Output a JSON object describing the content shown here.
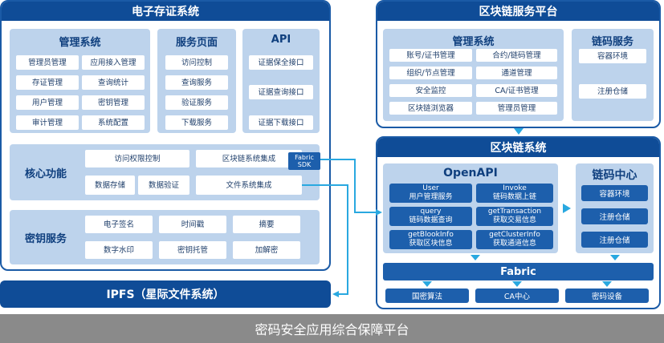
{
  "left": {
    "title": "电子存证系统",
    "mgmt": {
      "title": "管理系统",
      "items": [
        "管理员管理",
        "应用接入管理",
        "存证管理",
        "查询统计",
        "用户管理",
        "密钥管理",
        "审计管理",
        "系统配置"
      ]
    },
    "service": {
      "title": "服务页面",
      "items": [
        "访问控制",
        "查询服务",
        "验证服务",
        "下载服务"
      ]
    },
    "api": {
      "title": "API",
      "items": [
        "证据保全接口",
        "证据查询接口",
        "证据下载接口"
      ]
    },
    "core": {
      "title": "核心功能",
      "items": [
        "访问权限控制",
        "区块链系统集成",
        "数据存储",
        "数据验证",
        "文件系统集成"
      ],
      "sdk_line1": "Fabric",
      "sdk_line2": "SDK"
    },
    "key": {
      "title": "密钥服务",
      "items": [
        "电子签名",
        "时间戳",
        "摘要",
        "数字水印",
        "密钥托管",
        "加解密"
      ]
    }
  },
  "ipfs": "IPFS（星际文件系统）",
  "platform": {
    "title": "区块链服务平台",
    "mgmt": {
      "title": "管理系统",
      "items": [
        "账号/证书管理",
        "合约/链码管理",
        "组织/节点管理",
        "通道管理",
        "安全监控",
        "CA/证书管理",
        "区块链浏览器",
        "管理员管理"
      ]
    },
    "chaincode": {
      "title": "链码服务",
      "items": [
        "容器环境",
        "注册仓储"
      ]
    }
  },
  "chain": {
    "title": "区块链系统",
    "openapi": {
      "title": "OpenAPI",
      "items": [
        {
          "line1": "User",
          "line2": "用户管理服务"
        },
        {
          "line1": "Invoke",
          "line2": "链码数据上链"
        },
        {
          "line1": "query",
          "line2": "链码数据查询"
        },
        {
          "line1": "getTransaction",
          "line2": "获取交易信息"
        },
        {
          "line1": "getBlookInfo",
          "line2": "获取区块信息"
        },
        {
          "line1": "getClusterInfo",
          "line2": "获取通道信息"
        }
      ]
    },
    "center": {
      "title": "链码中心",
      "items": [
        "容器环境",
        "注册仓储",
        "注册仓储"
      ]
    },
    "fabric": "Fabric",
    "bottom": [
      "国密算法",
      "CA中心",
      "密码设备"
    ]
  },
  "footer": "密码安全应用综合保障平台",
  "colors": {
    "dark_blue": "#0f4c97",
    "panel_blue": "#bdd3ec",
    "arrow": "#29a8e0",
    "footer_gray": "#8a8a8a"
  }
}
